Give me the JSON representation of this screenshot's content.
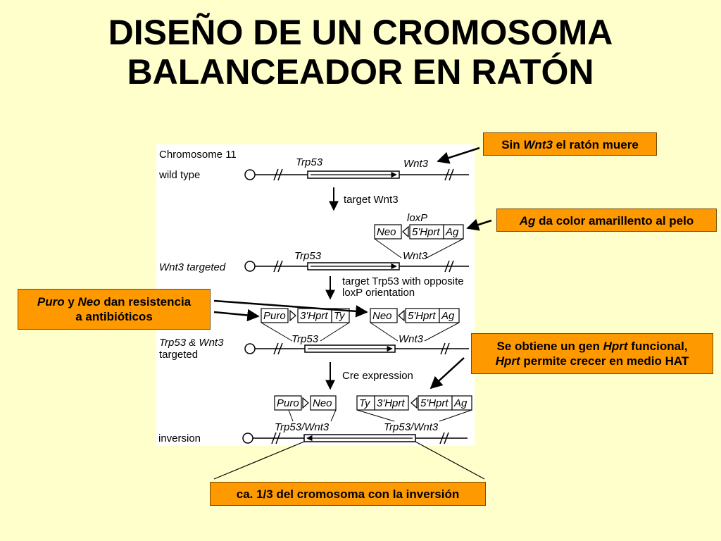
{
  "title": {
    "line1": "DISEÑO DE UN CROMOSOMA",
    "line2": "BALANCEADOR EN RATÓN"
  },
  "figure": {
    "chromosome_label": "Chromosome 11",
    "wild_type": "wild type",
    "trp53": "Trp53",
    "wnt3": "Wnt3",
    "target_wnt3": "target Wnt3",
    "loxp": "loxP",
    "neo": "Neo",
    "hprt5": "5'Hprt",
    "ag": "Ag",
    "wnt3_targeted": "Wnt3 targeted",
    "target_trp53_line1": "target Trp53 with opposite",
    "target_trp53_line2": "loxP orientation",
    "puro": "Puro",
    "hprt3": "3'Hprt",
    "ty": "Ty",
    "both_targeted_line1": "Trp53 & Wnt3",
    "both_targeted_line2": "targeted",
    "cre_expression": "Cre expression",
    "trp53_wnt3": "Trp53/Wnt3",
    "inversion": "inversion"
  },
  "callouts": {
    "sin_wnt3": {
      "pre": "Sin ",
      "italic": "Wnt3",
      "post": " el ratón muere"
    },
    "ag": {
      "italic": "Ag",
      "post": " da color amarillento al pelo"
    },
    "puro_neo": {
      "italic1": "Puro",
      "mid": " y ",
      "italic2": "Neo",
      "post": " dan resistencia",
      "line2": "a antibióticos"
    },
    "hprt": {
      "pre": "Se obtiene un gen ",
      "italic": "Hprt",
      "post": " funcional,",
      "line2_italic": "Hprt",
      "line2_post": " permite crecer en medio HAT"
    },
    "inversion": {
      "text": "ca. 1/3 del cromosoma con la inversión"
    }
  },
  "colors": {
    "background": "#ffffcc",
    "callout_fill": "#ff9900",
    "figure_bg": "#ffffff"
  }
}
